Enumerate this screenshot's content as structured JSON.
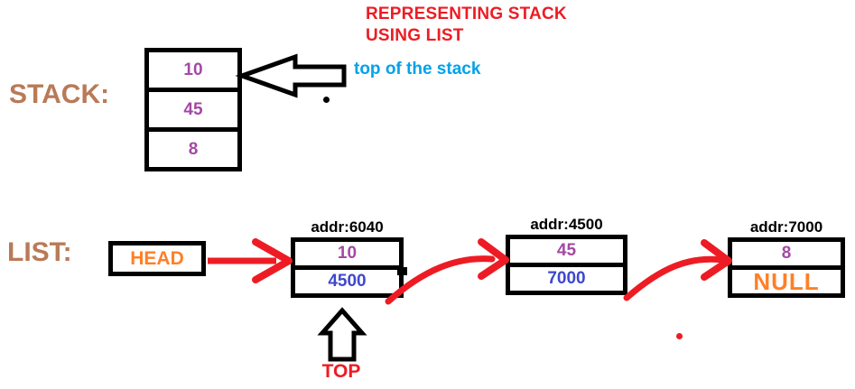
{
  "title": {
    "line1": "REPRESENTING STACK",
    "line2": "USING LIST"
  },
  "stack": {
    "label": "STACK:",
    "items": [
      "10",
      "45",
      "8"
    ],
    "top_annotation": "top of the stack"
  },
  "list": {
    "label": "LIST:",
    "head_label": "HEAD",
    "top_label": "TOP",
    "nodes": [
      {
        "addr": "addr:6040",
        "value": "10",
        "next": "4500"
      },
      {
        "addr": "addr:4500",
        "value": "45",
        "next": "7000"
      },
      {
        "addr": "addr:7000",
        "value": "8",
        "next": "NULL"
      }
    ]
  },
  "colors": {
    "title_red": "#ED1C24",
    "section_brown": "#B97A57",
    "value_purple": "#A349A4",
    "pointer_blue": "#3F48CC",
    "annotation_cyan": "#00A2E8",
    "head_null_orange": "#FF7F27",
    "arrow_red": "#ED1C24",
    "ink_black": "#000000"
  }
}
